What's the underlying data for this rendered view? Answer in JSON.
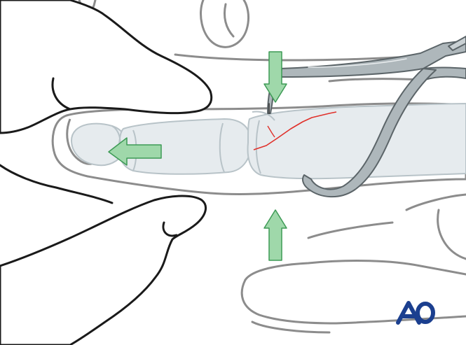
{
  "figure": {
    "logo": "AO",
    "colors": {
      "outline_dark": "#1a1a1a",
      "outline_gray": "#8c8c8c",
      "bone_fill": "#e6ebee",
      "bone_stroke": "#b8c3c8",
      "arrow_fill": "#9fd8aa",
      "arrow_stroke": "#3d9a55",
      "fracture_line": "#e0302a",
      "instrument": "#8a9499",
      "logo_blue": "#1b3f8f"
    },
    "arrows": [
      {
        "name": "traction-arrow",
        "direction": "left"
      },
      {
        "name": "dorsal-compression-arrow",
        "direction": "down"
      },
      {
        "name": "palmar-compression-arrow",
        "direction": "up"
      }
    ]
  }
}
